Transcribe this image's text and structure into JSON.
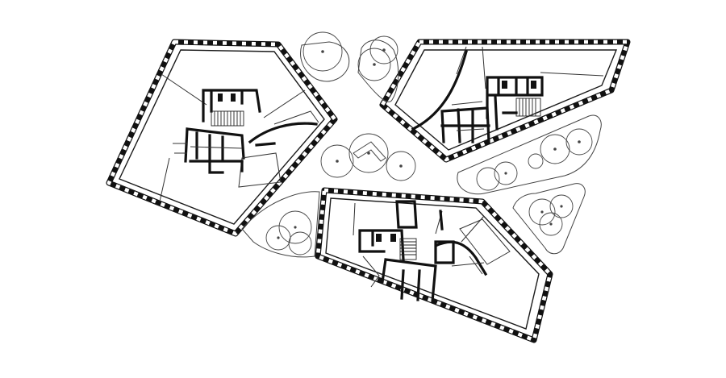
{
  "drawing": {
    "kind": "architectural floor plan",
    "buildings": [
      "west-block",
      "north-east-block",
      "south-block"
    ],
    "courtyard_elements": [
      "trees",
      "planters",
      "curved-bench"
    ]
  },
  "colors": {
    "ink": "#111111",
    "paper": "#ffffff",
    "landscape": "#444444"
  }
}
